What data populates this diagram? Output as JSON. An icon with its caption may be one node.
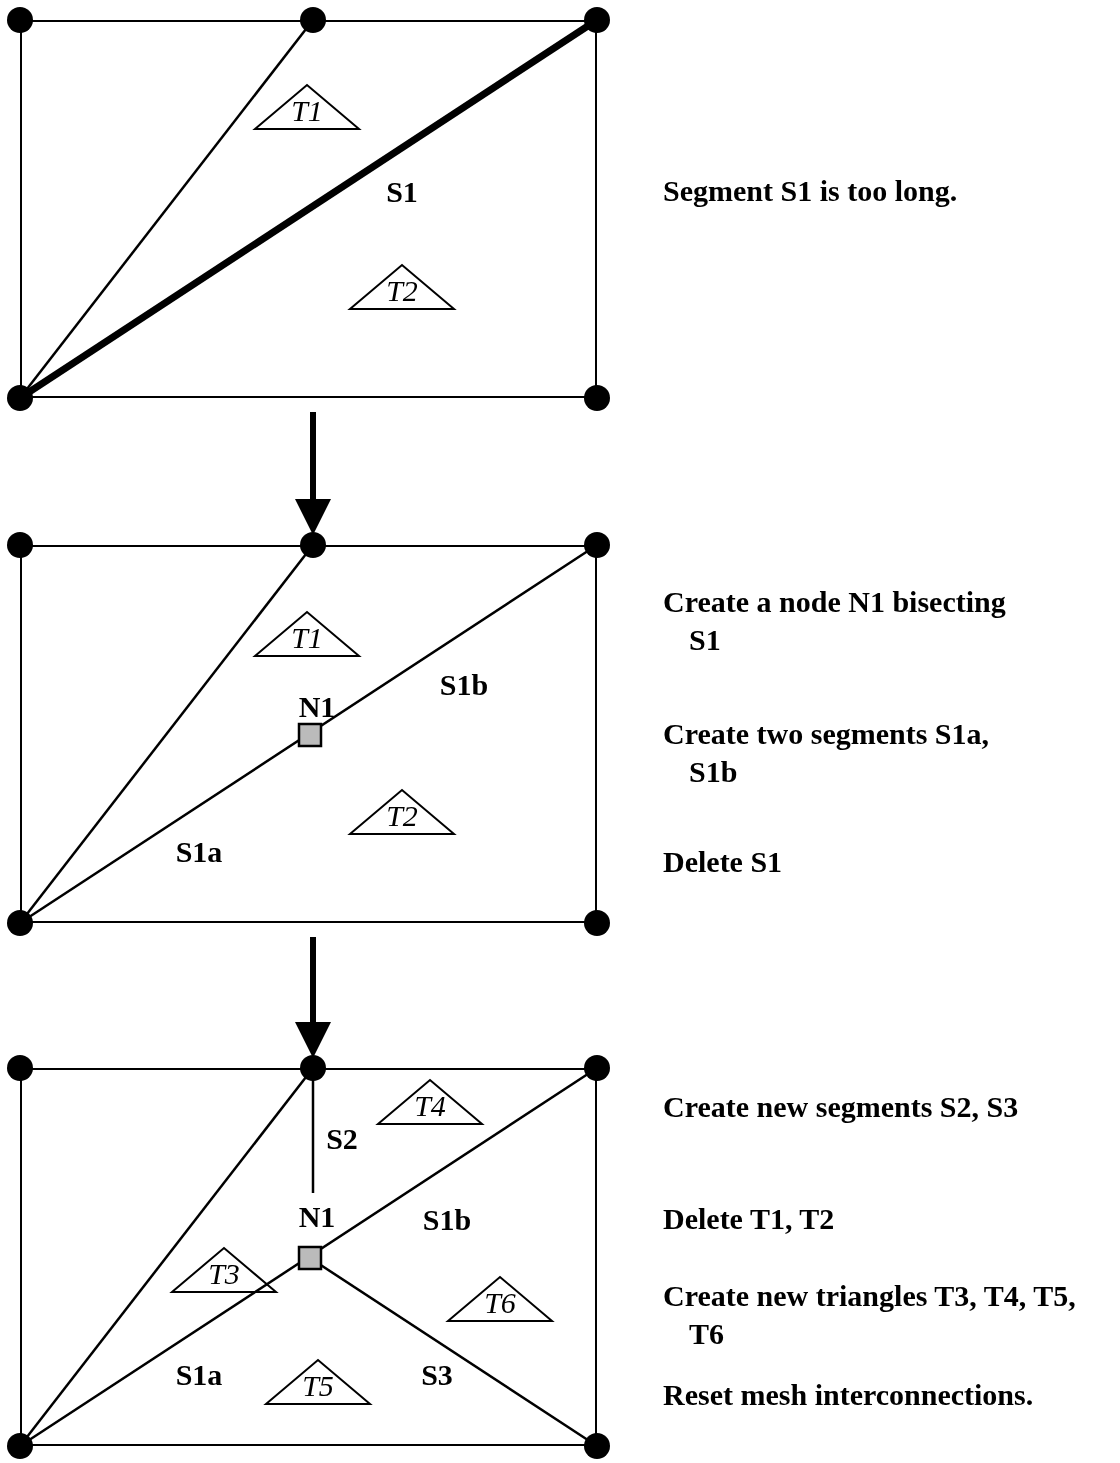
{
  "diagram": {
    "nodes": [
      {
        "text": [
          "S1"
        ],
        "beside": [
          "Segment S1 is too long."
        ]
      },
      {
        "text": [
          "T1"
        ],
        "in": 0
      },
      {
        "text": [
          "T2"
        ],
        "in": 0
      },
      {
        "text": [
          "N1",
          "S1b",
          "S1a"
        ],
        "beside": [
          "Create a node N1 bisecting S1",
          "Create two segments S1a, S1b",
          "Delete S1"
        ]
      },
      {
        "text": [
          "T1"
        ],
        "in": 3
      },
      {
        "text": [
          "T2"
        ],
        "in": 3
      },
      {
        "text": [
          "S2",
          "N1",
          "S1b",
          "S1a",
          "S3"
        ],
        "beside": [
          "Create new segments S2, S3",
          "Delete T1, T2",
          "Create new triangles T3, T4, T5, T6",
          "Reset mesh interconnections."
        ]
      },
      {
        "text": [
          "T4"
        ],
        "in": 6
      },
      {
        "text": [
          "T3"
        ],
        "in": 6
      },
      {
        "text": [
          "T6"
        ],
        "in": 6
      },
      {
        "text": [
          "T5"
        ],
        "in": 6
      }
    ],
    "edges": [
      {
        "from": 0,
        "to": 3,
        "arrow": "to"
      },
      {
        "from": 3,
        "to": 6,
        "arrow": "to"
      }
    ]
  }
}
